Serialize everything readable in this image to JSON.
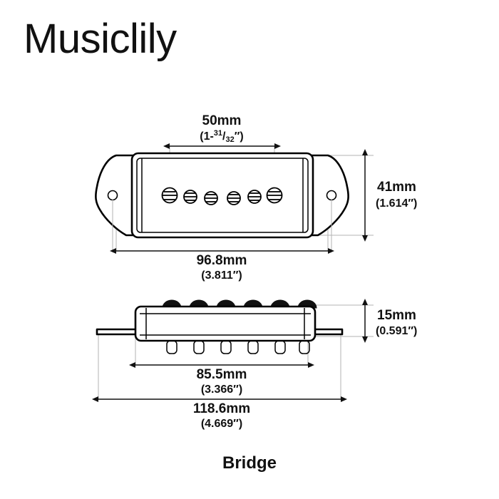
{
  "brand": {
    "name": "Musiclily"
  },
  "caption": {
    "label": "Bridge"
  },
  "dimensions": {
    "pole_spacing": {
      "mm": "50mm",
      "inch_prefix": "(1-",
      "inch_numerator": "31",
      "inch_denominator": "32",
      "inch_suffix": "″)"
    },
    "body_height": {
      "mm": "41mm",
      "inch": "(1.614″)"
    },
    "body_width": {
      "mm": "96.8mm",
      "inch": "(3.811″)"
    },
    "body_thickness": {
      "mm": "15mm",
      "inch": "(0.591″)"
    },
    "base_length": {
      "mm": "85.5mm",
      "inch": "(3.366″)"
    },
    "overall_length": {
      "mm": "118.6mm",
      "inch": "(4.669″)"
    }
  },
  "views": {
    "top_view": {
      "name": "top-view",
      "pole_count": 6
    },
    "side_view": {
      "name": "side-view",
      "pole_count": 6
    }
  },
  "colors": {
    "line": "#111111",
    "extension_line": "#b3b3b3",
    "background": "#ffffff"
  }
}
